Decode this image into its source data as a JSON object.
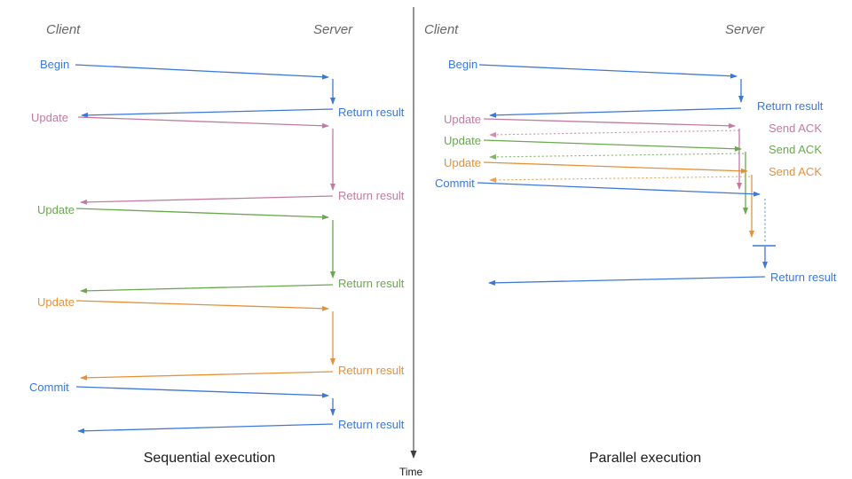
{
  "colors": {
    "blue": "#3c78d8",
    "pink": "#c27ba0",
    "green": "#6aa84f",
    "orange": "#e69138",
    "axis": "#3d3d3d",
    "header": "#666666",
    "caption": "#1a1a1a"
  },
  "time_axis": {
    "label": "Time"
  },
  "panels": [
    {
      "caption": "Sequential execution",
      "client_header": "Client",
      "server_header": "Server",
      "messages": [
        {
          "request": "Begin",
          "response": "Return result",
          "color": "blue"
        },
        {
          "request": "Update",
          "response": "Return result",
          "color": "pink"
        },
        {
          "request": "Update",
          "response": "Return result",
          "color": "green"
        },
        {
          "request": "Update",
          "response": "Return result",
          "color": "orange"
        },
        {
          "request": "Commit",
          "response": "Return result",
          "color": "blue"
        }
      ]
    },
    {
      "caption": "Parallel execution",
      "client_header": "Client",
      "server_header": "Server",
      "messages": [
        {
          "request": "Begin",
          "response": "Return result",
          "color": "blue"
        },
        {
          "request": "Update",
          "response": "Send ACK",
          "color": "pink"
        },
        {
          "request": "Update",
          "response": "Send ACK",
          "color": "green"
        },
        {
          "request": "Update",
          "response": "Send ACK",
          "color": "orange"
        },
        {
          "request": "Commit",
          "response": "Return result",
          "color": "blue"
        }
      ]
    }
  ]
}
